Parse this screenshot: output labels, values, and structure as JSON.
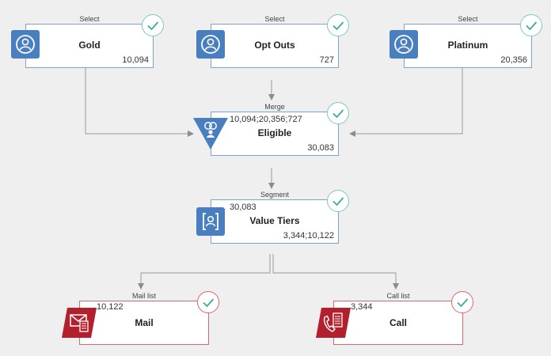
{
  "nodes": {
    "gold": {
      "kind": "Select",
      "name": "Gold",
      "count": "10,094"
    },
    "opt_outs": {
      "kind": "Select",
      "name": "Opt Outs",
      "count": "727"
    },
    "platinum": {
      "kind": "Select",
      "name": "Platinum",
      "count": "20,356"
    },
    "eligible": {
      "kind": "Merge",
      "name": "Eligible",
      "inputs": "10,094;20,356;727",
      "count": "30,083"
    },
    "value_tiers": {
      "kind": "Segment",
      "name": "Value Tiers",
      "input": "30,083",
      "outputs": "3,344;10,122"
    },
    "mail": {
      "kind": "Mail list",
      "name": "Mail",
      "count": "10,122"
    },
    "call": {
      "kind": "Call list",
      "name": "Call",
      "count": "3,344"
    }
  },
  "icons": {
    "select": "person-icon",
    "merge": "merge-icon",
    "segment": "segment-icon",
    "mail": "envelope-icon",
    "call": "phone-icon",
    "status": "checkmark-icon"
  },
  "colors": {
    "blue_icon": "#4a7fbf",
    "red_icon": "#b21f2d",
    "teal_check": "#3aa99f",
    "red_check": "#d6434b",
    "wire": "#999999",
    "card_border_blue": "#7fa3cc",
    "card_border_red": "#d6696f"
  }
}
